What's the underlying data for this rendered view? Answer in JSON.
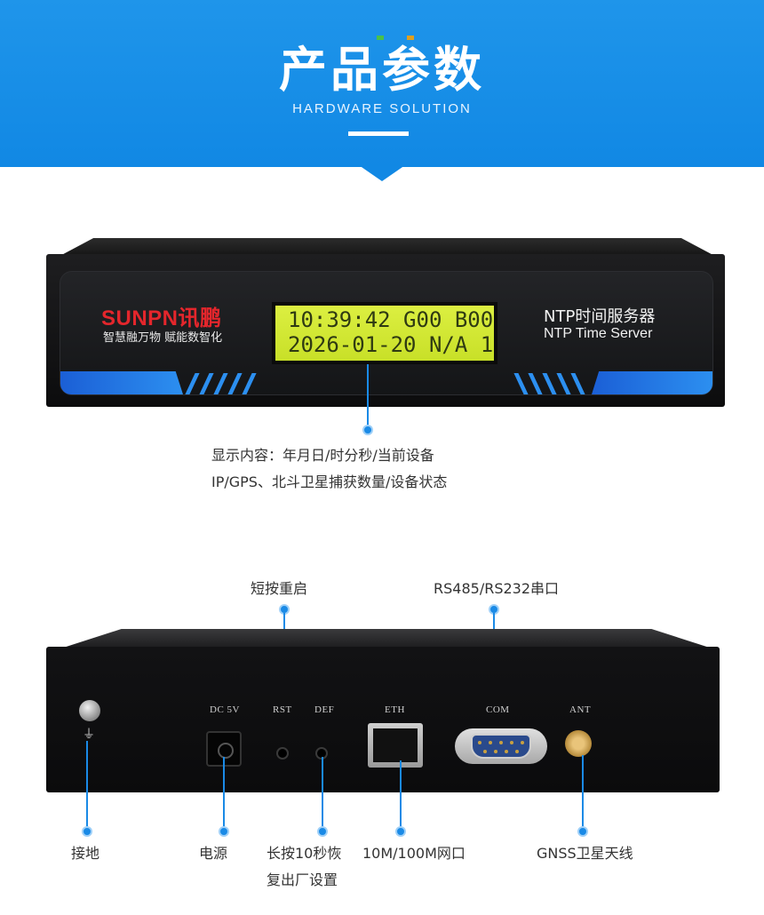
{
  "header": {
    "title": "产品参数",
    "subtitle": "HARDWARE SOLUTION",
    "color": "#1a8ae6"
  },
  "front_panel": {
    "brand": "SUNPN讯鹏",
    "slogan": "智慧融万物 赋能数智化",
    "lcd_line1": "10:39:42 G00 B00",
    "lcd_line2": "2026-01-20 N/A 1",
    "product_name_cn": "NTP时间服务器",
    "product_name_en": "NTP Time Server"
  },
  "front_callout": {
    "line1": "显示内容：年月日/时分秒/当前设备",
    "line2": "IP/GPS、北斗卫星捕获数量/设备状态"
  },
  "back_panel": {
    "labels": {
      "dc": "DC 5V",
      "rst": "RST",
      "def": "DEF",
      "eth": "ETH",
      "com": "COM",
      "ant": "ANT"
    }
  },
  "callouts": {
    "rst_top": "短按重启",
    "com_top": "RS485/RS232串口",
    "ground": "接地",
    "power": "电源",
    "def_line1": "长按10秒恢",
    "def_line2": "复出厂设置",
    "eth": "10M/100M网口",
    "ant": "GNSS卫星天线"
  }
}
